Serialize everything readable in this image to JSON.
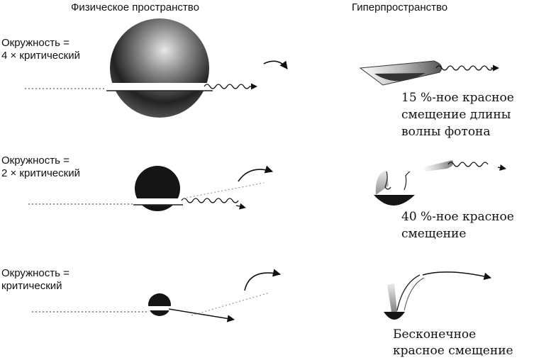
{
  "headings": {
    "physical": "Физическое пространство",
    "hyper": "Гиперпространство"
  },
  "rows": [
    {
      "label_line1": "Окружность =",
      "label_line2": "4 × критический",
      "caption_lines": [
        "15 %-ное красное",
        "смещение длины",
        "волны фотона"
      ]
    },
    {
      "label_line1": "Окружность =",
      "label_line2": "2 × критический",
      "caption_lines": [
        "40 %-ное красное",
        "смещение"
      ]
    },
    {
      "label_line1": "Окружность =",
      "label_line2": "критический",
      "caption_lines": [
        "Бесконечное",
        "красное смещение"
      ]
    }
  ]
}
